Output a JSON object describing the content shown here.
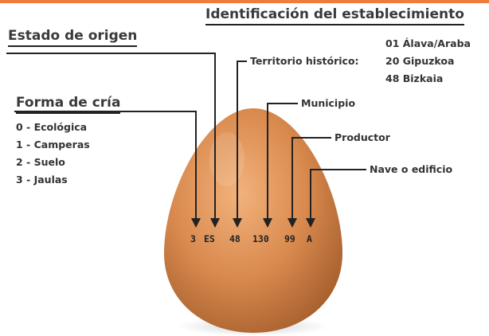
{
  "accent_color": "#ef7b3d",
  "egg_color": "#d98a4e",
  "headings": {
    "establishment": "Identificación del establecimiento",
    "origin": "Estado de origen",
    "farming": "Forma de cría"
  },
  "farming_methods": [
    "0 - Ecológica",
    "1 - Camperas",
    "2 - Suelo",
    "3 - Jaulas"
  ],
  "territories": {
    "label": "Territorio histórico:",
    "items": [
      "01 Álava/Araba",
      "20 Gipuzkoa",
      "48 Bizkaia"
    ]
  },
  "labels": {
    "municipality": "Municipio",
    "producer": "Productor",
    "building": "Nave o edificio"
  },
  "egg_code": [
    "3",
    "ES",
    "48",
    "130",
    "99",
    "A"
  ]
}
